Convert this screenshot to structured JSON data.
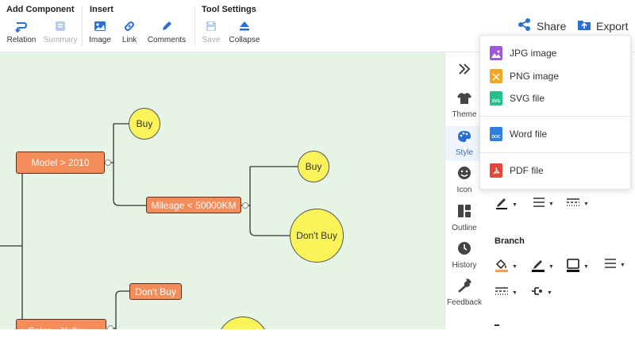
{
  "toolbar": {
    "groups": {
      "add_component": "Add Component",
      "insert": "Insert",
      "tool_settings": "Tool Settings"
    },
    "buttons": {
      "relation": "Relation",
      "summary": "Summary",
      "image": "Image",
      "link": "Link",
      "comments": "Comments",
      "save": "Save",
      "collapse": "Collapse"
    },
    "share": "Share",
    "export": "Export"
  },
  "export_menu": {
    "items": [
      {
        "label": "JPG image",
        "icon": "jpg-file-icon",
        "color": "#9b59d6",
        "badge": ""
      },
      {
        "label": "PNG image",
        "icon": "png-file-icon",
        "color": "#f5a623",
        "badge": ""
      },
      {
        "label": "SVG file",
        "icon": "svg-file-icon",
        "color": "#22c08a",
        "badge": "SVG"
      },
      {
        "label": "Word file",
        "icon": "word-file-icon",
        "color": "#2f7fe0",
        "badge": "DOC"
      },
      {
        "label": "PDF file",
        "icon": "pdf-file-icon",
        "color": "#e6453a",
        "badge": ""
      }
    ]
  },
  "sidebar": {
    "items": [
      {
        "label": "Theme",
        "icon": "shirt-icon"
      },
      {
        "label": "Style",
        "icon": "palette-icon"
      },
      {
        "label": "Icon",
        "icon": "smiley-icon"
      },
      {
        "label": "Outline",
        "icon": "outline-icon"
      },
      {
        "label": "History",
        "icon": "clock-icon"
      },
      {
        "label": "Feedback",
        "icon": "wrench-icon"
      }
    ],
    "active": "Style"
  },
  "panel": {
    "branch_title": "Branch"
  },
  "mindmap": {
    "nodes": {
      "model": "Model > 2010",
      "mileage": "Mileage < 50000KM",
      "dont_buy_rect": "Don't Buy",
      "buy_1": "Buy",
      "buy_2": "Buy",
      "dont_buy_circle": "Don't Buy",
      "partial": "Color = Yellow"
    },
    "colors": {
      "canvas": "#e6f4e6",
      "rect_node": "#f58d5a",
      "circle_node": "#fbf35a",
      "accent": "#2a6fd6"
    }
  }
}
